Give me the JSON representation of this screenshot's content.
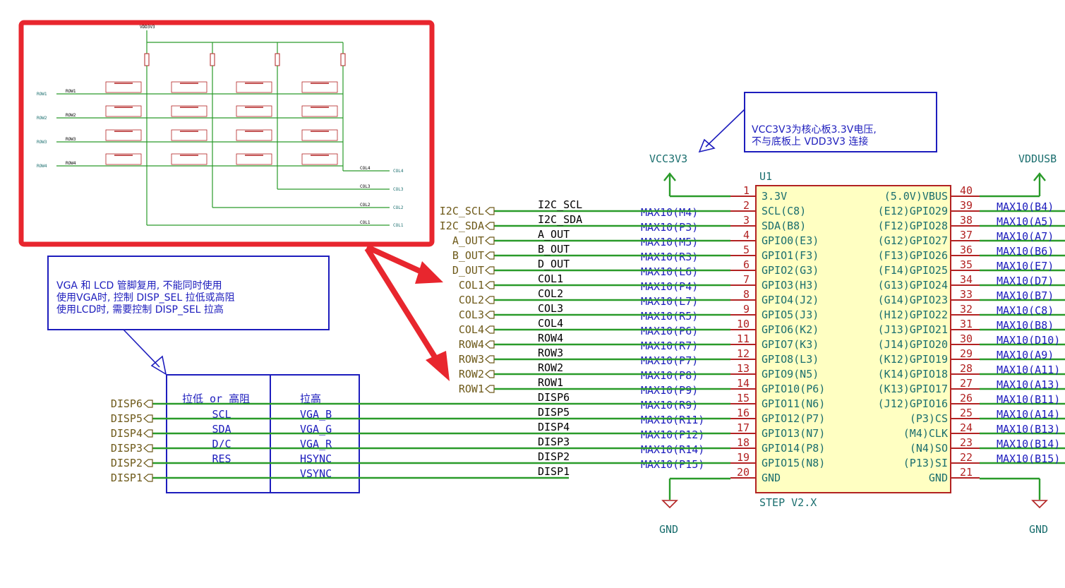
{
  "inset": {
    "vdd_label": "VDD3V3",
    "rows": [
      "ROW1",
      "ROW2",
      "ROW3",
      "ROW4"
    ],
    "cols": [
      "COL4",
      "COL3",
      "COL2",
      "COL1"
    ]
  },
  "note_vcc": {
    "line1": "VCC3V3为核心板3.3V电压,",
    "line2": "不与底板上 VDD3V3 连接"
  },
  "note_vga": {
    "line1": "VGA 和 LCD 管脚复用, 不能同时使用",
    "line2": "使用VGA时, 控制 DISP_SEL 拉低或高阻",
    "line3": "使用LCD时, 需要控制 DISP_SEL 拉高"
  },
  "power": {
    "vcc": "VCC3V3",
    "vddusb": "VDDUSB",
    "gnd_left": "GND",
    "gnd_right": "GND"
  },
  "chip": {
    "ref": "U1",
    "value": "STEP V2.X",
    "left_pins": [
      {
        "num": "1",
        "name": "3.3V"
      },
      {
        "num": "2",
        "name": "SCL(C8)",
        "pad": "MAX10(M4)",
        "net": "I2C_SCL",
        "label": "I2C_SCL"
      },
      {
        "num": "3",
        "name": "SDA(B8)",
        "pad": "MAX10(P3)",
        "net": "I2C_SDA",
        "label": "I2C_SDA"
      },
      {
        "num": "4",
        "name": "GPIO0(E3)",
        "pad": "MAX10(M5)",
        "net": "A_OUT",
        "label": "A_OUT"
      },
      {
        "num": "5",
        "name": "GPIO1(F3)",
        "pad": "MAX10(R3)",
        "net": "B_OUT",
        "label": "B_OUT"
      },
      {
        "num": "6",
        "name": "GPIO2(G3)",
        "pad": "MAX10(L6)",
        "net": "D_OUT",
        "label": "D_OUT"
      },
      {
        "num": "7",
        "name": "GPIO3(H3)",
        "pad": "MAX10(P4)",
        "net": "COL1",
        "label": "COL1"
      },
      {
        "num": "8",
        "name": "GPIO4(J2)",
        "pad": "MAX10(L7)",
        "net": "COL2",
        "label": "COL2"
      },
      {
        "num": "9",
        "name": "GPIO5(J3)",
        "pad": "MAX10(R5)",
        "net": "COL3",
        "label": "COL3"
      },
      {
        "num": "10",
        "name": "GPIO6(K2)",
        "pad": "MAX10(P6)",
        "net": "COL4",
        "label": "COL4"
      },
      {
        "num": "11",
        "name": "GPIO7(K3)",
        "pad": "MAX10(R7)",
        "net": "ROW4",
        "label": "ROW4"
      },
      {
        "num": "12",
        "name": "GPIO8(L3)",
        "pad": "MAX10(P7)",
        "net": "ROW3",
        "label": "ROW3"
      },
      {
        "num": "13",
        "name": "GPIO9(N5)",
        "pad": "MAX10(P8)",
        "net": "ROW2",
        "label": "ROW2"
      },
      {
        "num": "14",
        "name": "GPIO10(P6)",
        "pad": "MAX10(P9)",
        "net": "ROW1",
        "label": "ROW1"
      },
      {
        "num": "15",
        "name": "GPIO11(N6)",
        "pad": "MAX10(R9)",
        "net": "DISP6",
        "label": "DISP6"
      },
      {
        "num": "16",
        "name": "GPIO12(P7)",
        "pad": "MAX10(R11)",
        "net": "DISP5",
        "label": "DISP5"
      },
      {
        "num": "17",
        "name": "GPIO13(N7)",
        "pad": "MAX10(P12)",
        "net": "DISP4",
        "label": "DISP4"
      },
      {
        "num": "18",
        "name": "GPIO14(P8)",
        "pad": "MAX10(R14)",
        "net": "DISP3",
        "label": "DISP3"
      },
      {
        "num": "19",
        "name": "GPIO15(N8)",
        "pad": "MAX10(P15)",
        "net": "DISP2",
        "label": "DISP2"
      },
      {
        "num": "20",
        "name": "GND",
        "net": "DISP1",
        "label": "DISP1"
      }
    ],
    "right_pins": [
      {
        "num": "40",
        "name": "(5.0V)VBUS"
      },
      {
        "num": "39",
        "name": "(E12)GPIO29",
        "pad": "MAX10(B4)"
      },
      {
        "num": "38",
        "name": "(F12)GPIO28",
        "pad": "MAX10(A5)"
      },
      {
        "num": "37",
        "name": "(G12)GPIO27",
        "pad": "MAX10(A7)"
      },
      {
        "num": "36",
        "name": "(F13)GPIO26",
        "pad": "MAX10(B6)"
      },
      {
        "num": "35",
        "name": "(F14)GPIO25",
        "pad": "MAX10(E7)"
      },
      {
        "num": "34",
        "name": "(G13)GPIO24",
        "pad": "MAX10(D7)"
      },
      {
        "num": "33",
        "name": "(G14)GPIO23",
        "pad": "MAX10(B7)"
      },
      {
        "num": "32",
        "name": "(H12)GPIO22",
        "pad": "MAX10(C8)"
      },
      {
        "num": "31",
        "name": "(J13)GPIO21",
        "pad": "MAX10(B8)"
      },
      {
        "num": "30",
        "name": "(J14)GPIO20",
        "pad": "MAX10(D10)"
      },
      {
        "num": "29",
        "name": "(K12)GPIO19",
        "pad": "MAX10(A9)"
      },
      {
        "num": "28",
        "name": "(K14)GPIO18",
        "pad": "MAX10(A11)"
      },
      {
        "num": "27",
        "name": "(K13)GPIO17",
        "pad": "MAX10(A13)"
      },
      {
        "num": "26",
        "name": "(J12)GPIO16",
        "pad": "MAX10(B11)"
      },
      {
        "num": "25",
        "name": "(P3)CS",
        "pad": "MAX10(A14)"
      },
      {
        "num": "24",
        "name": "(M4)CLK",
        "pad": "MAX10(B13)"
      },
      {
        "num": "23",
        "name": "(N4)SO",
        "pad": "MAX10(B14)"
      },
      {
        "num": "22",
        "name": "(P13)SI",
        "pad": "MAX10(B15)"
      },
      {
        "num": "21",
        "name": "GND"
      }
    ]
  },
  "disp_table": {
    "header_low": "拉低 or 高阻",
    "header_high": "拉高",
    "rows": [
      {
        "label": "DISP6",
        "low": "",
        "high": ""
      },
      {
        "label": "DISP5",
        "low": "SCL",
        "high": "VGA_B"
      },
      {
        "label": "DISP4",
        "low": "SDA",
        "high": "VGA_G"
      },
      {
        "label": "DISP3",
        "low": "D/C",
        "high": "VGA_R"
      },
      {
        "label": "DISP2",
        "low": "RES",
        "high": "HSYNC"
      },
      {
        "label": "DISP1",
        "low": "",
        "high": "VSYNC"
      }
    ]
  },
  "colors": {
    "wire": "#2a9b2a",
    "pin": "#b22222",
    "chip_fill": "#ffffc2",
    "highlight": "#e8262e",
    "note": "#1d1dbd"
  }
}
